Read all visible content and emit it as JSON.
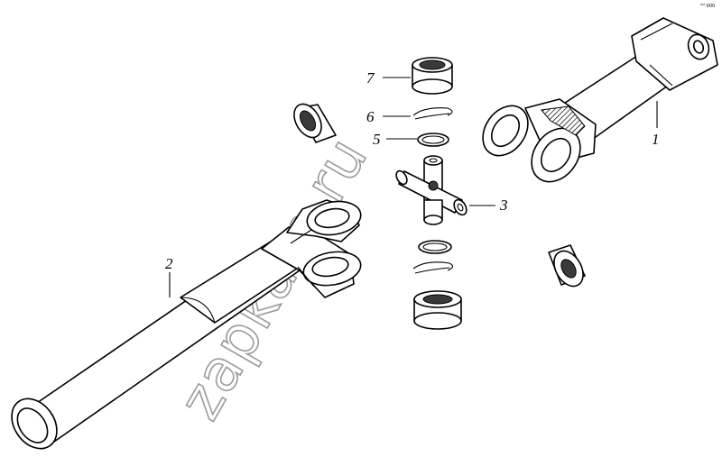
{
  "diagram": {
    "callouts": [
      {
        "id": "1",
        "label": "1"
      },
      {
        "id": "2",
        "label": "2"
      },
      {
        "id": "3",
        "label": "3"
      },
      {
        "id": "5",
        "label": "5"
      },
      {
        "id": "6",
        "label": "6"
      },
      {
        "id": "7",
        "label": "7"
      }
    ],
    "watermark": "zapkam.ru",
    "corner_mark": "ᴴᴹ·000"
  }
}
